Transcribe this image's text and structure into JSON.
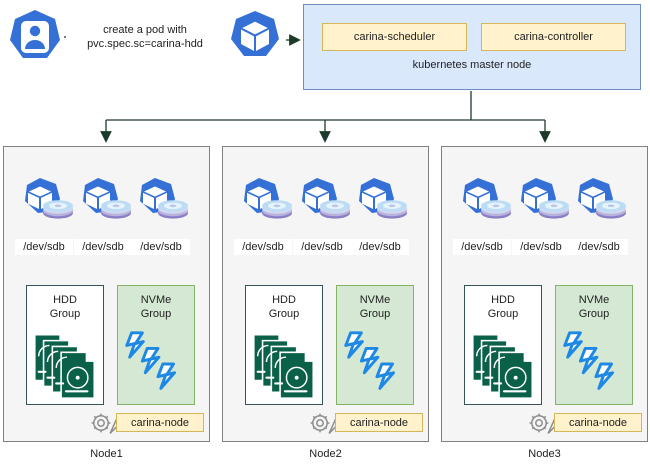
{
  "flow": {
    "user_icon": "user-person-icon",
    "pod_icon": "kubernetes-cube-icon",
    "label_line1": "create a pod with",
    "label_line2": "pvc.spec.sc=carina-hdd"
  },
  "master": {
    "label": "kubernetes master node",
    "components": [
      {
        "name": "carina-scheduler"
      },
      {
        "name": "carina-controller"
      }
    ],
    "fill": "#dae8fc",
    "stroke": "#6c8ebf",
    "component_fill": "#fff2cc",
    "component_stroke": "#d6b656"
  },
  "nodes": [
    {
      "caption": "Node1",
      "devices": [
        "/dev/sdb",
        "/dev/sdb",
        "/dev/sdb"
      ],
      "groups": [
        {
          "title_line1": "HDD",
          "title_line2": "Group",
          "art": "hdd-disk-stack-icon",
          "fill": "#ffffff",
          "stroke": "#36535b"
        },
        {
          "title_line1": "NVMe",
          "title_line2": "Group",
          "art": "nvme-lightning-icon",
          "fill": "#d5e8d4",
          "stroke": "#82b366"
        }
      ],
      "agent": {
        "label": "carina-node",
        "icon": "gear-wrench-icon"
      }
    },
    {
      "caption": "Node2",
      "devices": [
        "/dev/sdb",
        "/dev/sdb",
        "/dev/sdb"
      ],
      "groups": [
        {
          "title_line1": "HDD",
          "title_line2": "Group",
          "art": "hdd-disk-stack-icon",
          "fill": "#ffffff",
          "stroke": "#36535b"
        },
        {
          "title_line1": "NVMe",
          "title_line2": "Group",
          "art": "nvme-lightning-icon",
          "fill": "#d5e8d4",
          "stroke": "#82b366"
        }
      ],
      "agent": {
        "label": "carina-node",
        "icon": "gear-wrench-icon"
      }
    },
    {
      "caption": "Node3",
      "devices": [
        "/dev/sdb",
        "/dev/sdb",
        "/dev/sdb"
      ],
      "groups": [
        {
          "title_line1": "HDD",
          "title_line2": "Group",
          "art": "hdd-disk-stack-icon",
          "fill": "#ffffff",
          "stroke": "#36535b"
        },
        {
          "title_line1": "NVMe",
          "title_line2": "Group",
          "art": "nvme-lightning-icon",
          "fill": "#d5e8d4",
          "stroke": "#82b366"
        }
      ],
      "agent": {
        "label": "carina-node",
        "icon": "gear-wrench-icon"
      }
    }
  ],
  "colors": {
    "connector": "#1b3a2a",
    "k8s_blue": "#3470d6",
    "hdd_green": "#0b6049",
    "nvme_blue": "#1e88e5",
    "node_fill": "#f5f5f5",
    "node_stroke": "#808080"
  }
}
